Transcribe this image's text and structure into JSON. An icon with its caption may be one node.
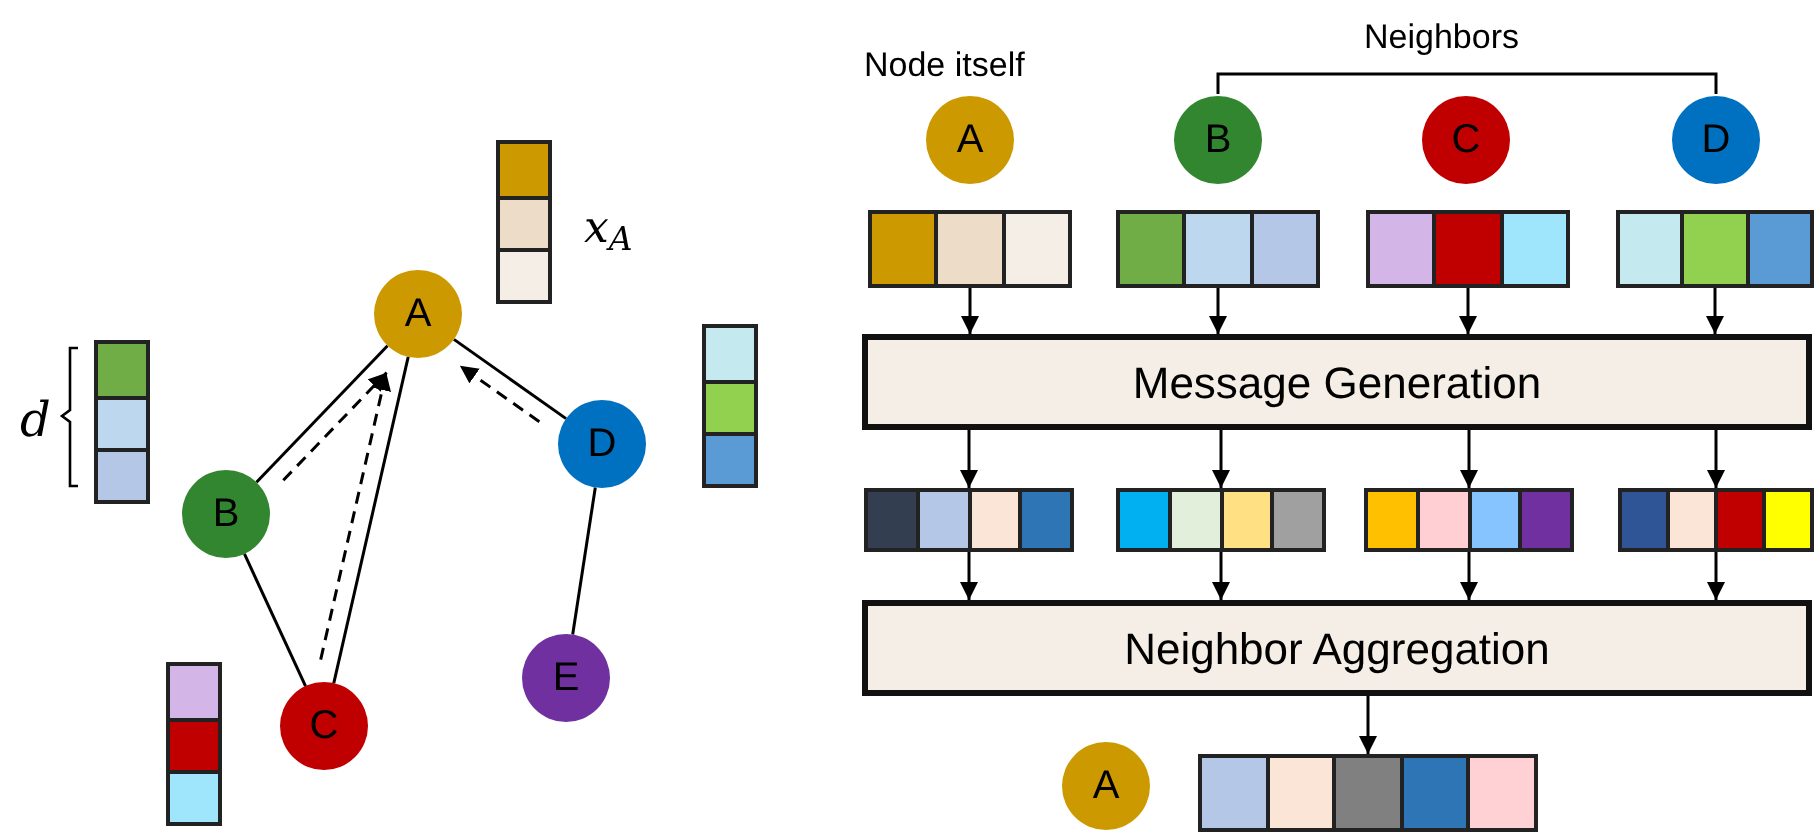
{
  "diagram": {
    "nodes": [
      {
        "text": [
          "A"
        ]
      },
      {
        "text": [
          "B"
        ]
      },
      {
        "text": [
          "C"
        ]
      },
      {
        "text": [
          "D"
        ]
      },
      {
        "text": [
          "E"
        ]
      },
      {
        "text": [
          "A"
        ]
      },
      {
        "text": [
          "B"
        ]
      },
      {
        "text": [
          "C"
        ]
      },
      {
        "text": [
          "D"
        ]
      },
      {
        "text": [],
        "shape": "bar"
      },
      {
        "text": [],
        "shape": "bar"
      },
      {
        "text": [],
        "shape": "bar"
      },
      {
        "text": [],
        "shape": "bar"
      },
      {
        "text": [
          "Message Generation"
        ]
      },
      {
        "text": [],
        "shape": "bar"
      },
      {
        "text": [],
        "shape": "bar"
      },
      {
        "text": [],
        "shape": "bar"
      },
      {
        "text": [],
        "shape": "bar"
      },
      {
        "text": [
          "Neighbor Aggregation"
        ]
      },
      {
        "text": [
          "A"
        ]
      },
      {
        "text": [],
        "shape": "bar"
      }
    ],
    "edges": [
      {
        "from": 1,
        "to": 0,
        "arrow": "none"
      },
      {
        "from": 2,
        "to": 0,
        "arrow": "none"
      },
      {
        "from": 3,
        "to": 0,
        "arrow": "none"
      },
      {
        "from": 1,
        "to": 2,
        "arrow": "none"
      },
      {
        "from": 3,
        "to": 4,
        "arrow": "none"
      },
      {
        "from": 1,
        "to": 0,
        "arrow": "to",
        "style": "dashed"
      },
      {
        "from": 2,
        "to": 0,
        "arrow": "to",
        "style": "dashed"
      },
      {
        "from": 3,
        "to": 0,
        "arrow": "to",
        "style": "dashed"
      },
      {
        "from": 9,
        "to": 13,
        "arrow": "to"
      },
      {
        "from": 10,
        "to": 13,
        "arrow": "to"
      },
      {
        "from": 11,
        "to": 13,
        "arrow": "to"
      },
      {
        "from": 12,
        "to": 13,
        "arrow": "to"
      },
      {
        "from": 13,
        "to": 14,
        "arrow": "to"
      },
      {
        "from": 13,
        "to": 15,
        "arrow": "to"
      },
      {
        "from": 13,
        "to": 16,
        "arrow": "to"
      },
      {
        "from": 13,
        "to": 17,
        "arrow": "to"
      },
      {
        "from": 14,
        "to": 18,
        "arrow": "to"
      },
      {
        "from": 15,
        "to": 18,
        "arrow": "to"
      },
      {
        "from": 16,
        "to": 18,
        "arrow": "to"
      },
      {
        "from": 17,
        "to": 18,
        "arrow": "to"
      },
      {
        "from": 18,
        "to": 20,
        "arrow": "to"
      }
    ],
    "labels": [
      "x$_{A}$",
      "d",
      "Node itself",
      "Neighbors"
    ]
  }
}
